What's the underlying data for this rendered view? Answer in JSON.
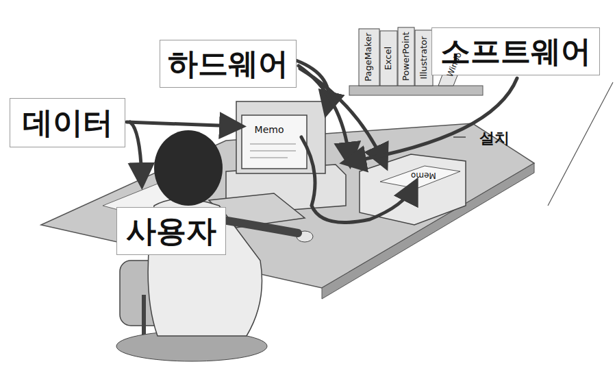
{
  "diagram": {
    "nodes": [
      {
        "text": [
          "하드웨어"
        ]
      },
      {
        "text": [
          "소프트웨어"
        ]
      },
      {
        "text": [
          "데이터"
        ]
      },
      {
        "text": [
          "사용자"
        ]
      }
    ],
    "labels": [
      "설치",
      "Memo",
      "Memo",
      "PageMaker",
      "Excel",
      "PowerPoint",
      "Illustrator",
      "Windo"
    ]
  }
}
